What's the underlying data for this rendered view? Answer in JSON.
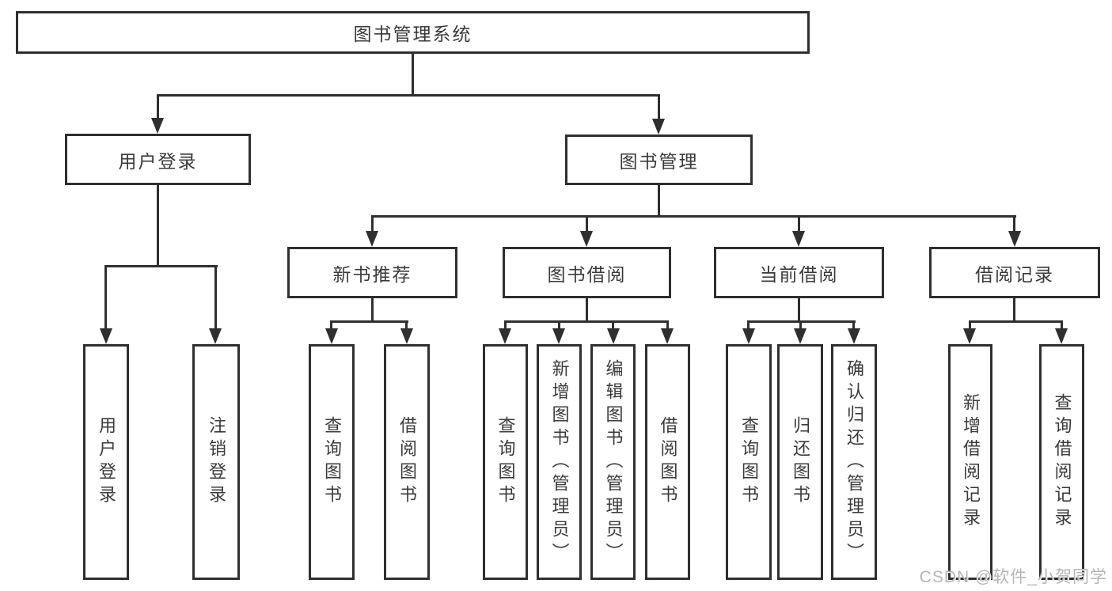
{
  "diagram": {
    "type": "hierarchy",
    "tree": {
      "root": {
        "label": "图书管理系统"
      },
      "branches": [
        {
          "label": "用户登录",
          "children": [
            {
              "label": "用户登录"
            },
            {
              "label": "注销登录"
            }
          ]
        },
        {
          "label": "图书管理",
          "children": [
            {
              "label": "新书推荐",
              "children": [
                {
                  "label": "查询图书"
                },
                {
                  "label": "借阅图书"
                }
              ]
            },
            {
              "label": "图书借阅",
              "children": [
                {
                  "label": "查询图书"
                },
                {
                  "label": "新增图书（管理员）"
                },
                {
                  "label": "编辑图书（管理员）"
                },
                {
                  "label": "借阅图书"
                }
              ]
            },
            {
              "label": "当前借阅",
              "children": [
                {
                  "label": "查询图书"
                },
                {
                  "label": "归还图书"
                },
                {
                  "label": "确认归还（管理员）"
                }
              ]
            },
            {
              "label": "借阅记录",
              "children": [
                {
                  "label": "新增借阅记录"
                },
                {
                  "label": "查询借阅记录"
                }
              ]
            }
          ]
        }
      ]
    },
    "colors": {
      "line": "#2f2f2f",
      "text": "#3a3a3a",
      "background": "#ffffff",
      "watermark": "#b5b5b5"
    }
  },
  "watermark": {
    "text": "CSDN @软件_小贺同学"
  }
}
